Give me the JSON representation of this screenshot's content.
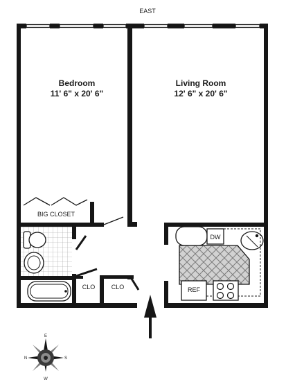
{
  "orientation_label": "EAST",
  "rooms": {
    "bedroom": {
      "name": "Bedroom",
      "size": "11' 6\" x 20' 6\""
    },
    "living": {
      "name": "Living Room",
      "size": "12' 6\" x 20' 6\""
    }
  },
  "closets": {
    "big_closet": "BIG CLOSET",
    "closet_1": "CLO",
    "closet_2": "CLO"
  },
  "appliances": {
    "dishwasher": "DW",
    "refrigerator": "REF"
  },
  "compass": {
    "north": "E",
    "west": "N",
    "east": "S",
    "south": "W"
  },
  "colors": {
    "wall": "#161616",
    "tile": "#9a9a9a",
    "kitchen_hatch": "#c9c9c9"
  }
}
